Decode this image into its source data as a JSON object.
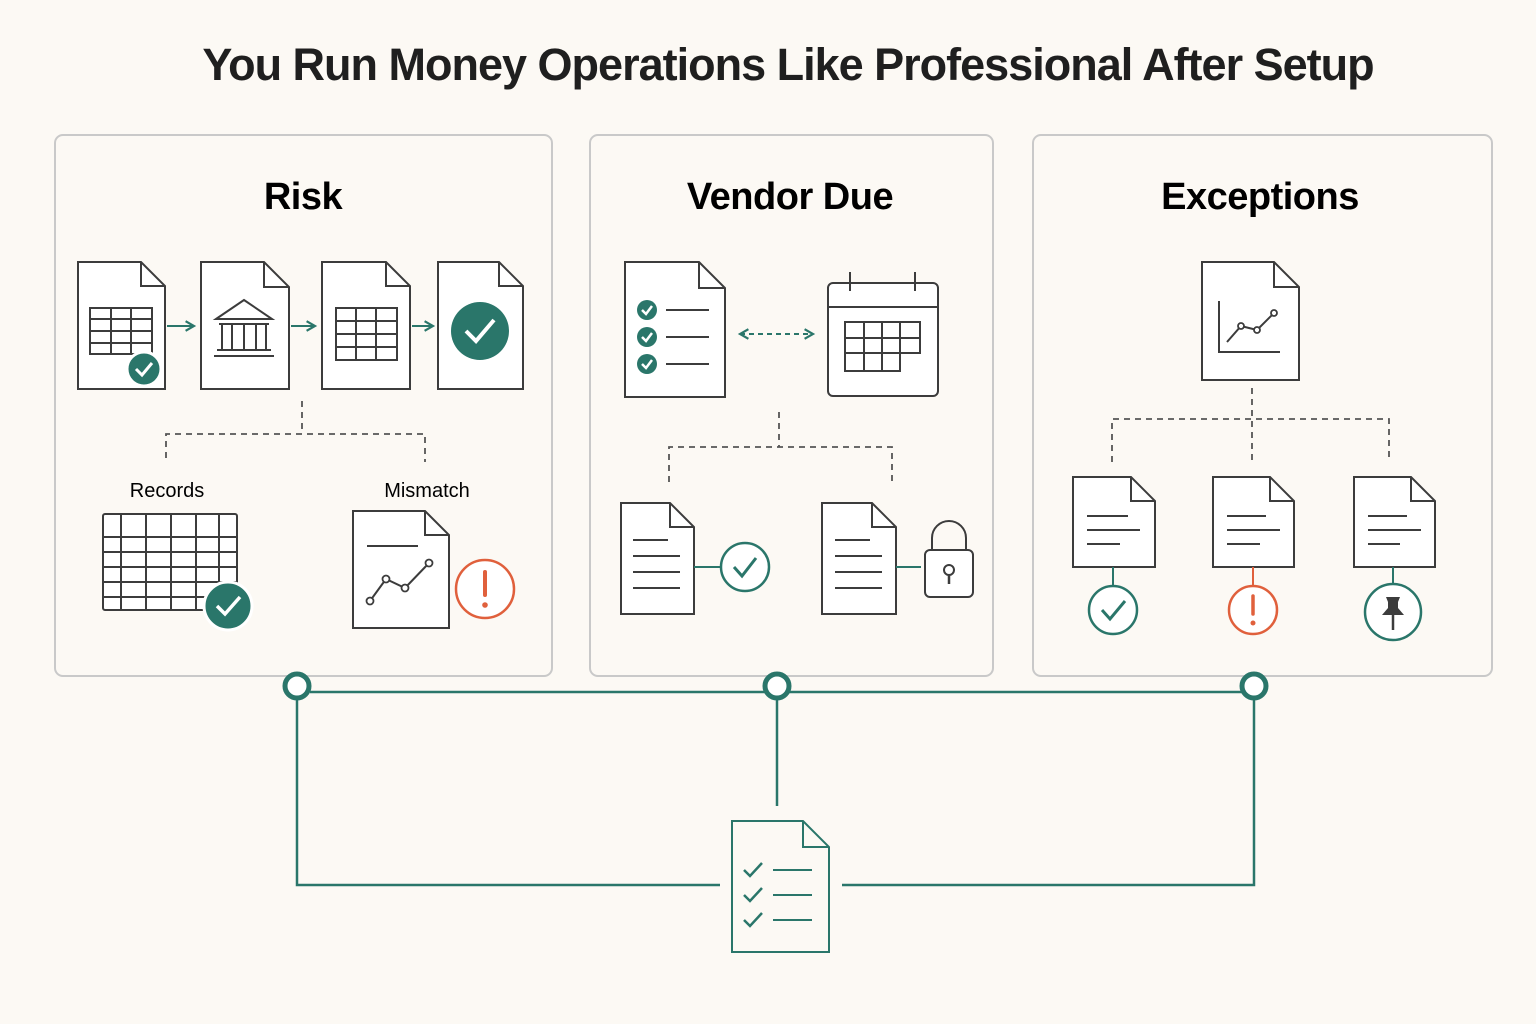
{
  "title": "You Run Money Operations Like Professional After Setup",
  "panels": [
    {
      "title": "Risk",
      "labels": [
        "Records",
        "Mismatch"
      ]
    },
    {
      "title": "Vendor Due"
    },
    {
      "title": "Exceptions"
    }
  ],
  "colors": {
    "accent": "#2a766a",
    "alert": "#e0603c",
    "ink": "#3c3c3c",
    "background": "#fcf9f4",
    "panel_border": "#c9c9c9"
  },
  "icons": [
    "spreadsheet-document-icon",
    "check-badge-icon",
    "bank-icon",
    "ledger-document-icon",
    "approved-document-icon",
    "checklist-document-icon",
    "calendar-icon",
    "lock-icon",
    "records-table-icon",
    "chart-document-icon",
    "alert-icon",
    "pin-icon",
    "text-document-icon"
  ]
}
